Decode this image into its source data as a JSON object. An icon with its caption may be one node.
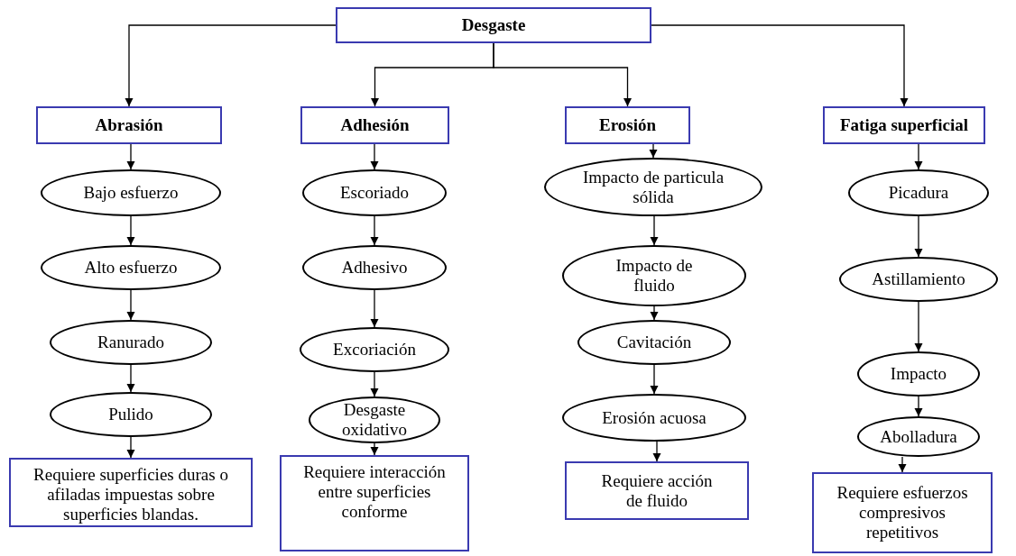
{
  "diagram": {
    "nodes": [
      {
        "text": [
          "Desgaste"
        ]
      },
      {
        "text": [
          "Abrasión"
        ]
      },
      {
        "text": [
          "Adhesión"
        ]
      },
      {
        "text": [
          "Erosión"
        ]
      },
      {
        "text": [
          "Fatiga superficial"
        ]
      },
      {
        "text": [
          "Bajo esfuerzo"
        ]
      },
      {
        "text": [
          "Alto esfuerzo"
        ]
      },
      {
        "text": [
          "Ranurado"
        ]
      },
      {
        "text": [
          "Pulido"
        ]
      },
      {
        "text": [
          "Requiere superficies duras o afiladas impuestas sobre superficies blandas."
        ]
      },
      {
        "text": [
          "Escoriado"
        ]
      },
      {
        "text": [
          "Adhesivo"
        ]
      },
      {
        "text": [
          "Excoriación"
        ]
      },
      {
        "text": [
          "Desgaste oxidativo"
        ]
      },
      {
        "text": [
          "Requiere interacción entre superficies conforme"
        ]
      },
      {
        "text": [
          "Impacto de particula sólida"
        ]
      },
      {
        "text": [
          "Impacto de fluido"
        ]
      },
      {
        "text": [
          "Cavitación"
        ]
      },
      {
        "text": [
          "Erosión acuosa"
        ]
      },
      {
        "text": [
          "Requiere acción de fluido"
        ]
      },
      {
        "text": [
          "Picadura"
        ]
      },
      {
        "text": [
          "Astillamiento"
        ]
      },
      {
        "text": [
          "Impacto"
        ]
      },
      {
        "text": [
          "Abolladura"
        ]
      },
      {
        "text": [
          "Requiere esfuerzos compresivos repetitivos"
        ]
      }
    ],
    "edges": [
      {
        "from": 0,
        "to": 1,
        "arrow": "to"
      },
      {
        "from": 0,
        "to": 2,
        "arrow": "to"
      },
      {
        "from": 0,
        "to": 3,
        "arrow": "to"
      },
      {
        "from": 0,
        "to": 4,
        "arrow": "to"
      },
      {
        "from": 1,
        "to": 5,
        "arrow": "to"
      },
      {
        "from": 5,
        "to": 6,
        "arrow": "to"
      },
      {
        "from": 6,
        "to": 7,
        "arrow": "to"
      },
      {
        "from": 7,
        "to": 8,
        "arrow": "to"
      },
      {
        "from": 8,
        "to": 9,
        "arrow": "to"
      },
      {
        "from": 2,
        "to": 10,
        "arrow": "to"
      },
      {
        "from": 10,
        "to": 11,
        "arrow": "to"
      },
      {
        "from": 11,
        "to": 12,
        "arrow": "to"
      },
      {
        "from": 12,
        "to": 13,
        "arrow": "to"
      },
      {
        "from": 13,
        "to": 14,
        "arrow": "to"
      },
      {
        "from": 3,
        "to": 15,
        "arrow": "to"
      },
      {
        "from": 15,
        "to": 16,
        "arrow": "to"
      },
      {
        "from": 16,
        "to": 17,
        "arrow": "to"
      },
      {
        "from": 17,
        "to": 18,
        "arrow": "to"
      },
      {
        "from": 18,
        "to": 19,
        "arrow": "to"
      },
      {
        "from": 4,
        "to": 20,
        "arrow": "to"
      },
      {
        "from": 20,
        "to": 21,
        "arrow": "to"
      },
      {
        "from": 21,
        "to": 22,
        "arrow": "to"
      },
      {
        "from": 22,
        "to": 23,
        "arrow": "to"
      },
      {
        "from": 23,
        "to": 24,
        "arrow": "to"
      }
    ]
  }
}
